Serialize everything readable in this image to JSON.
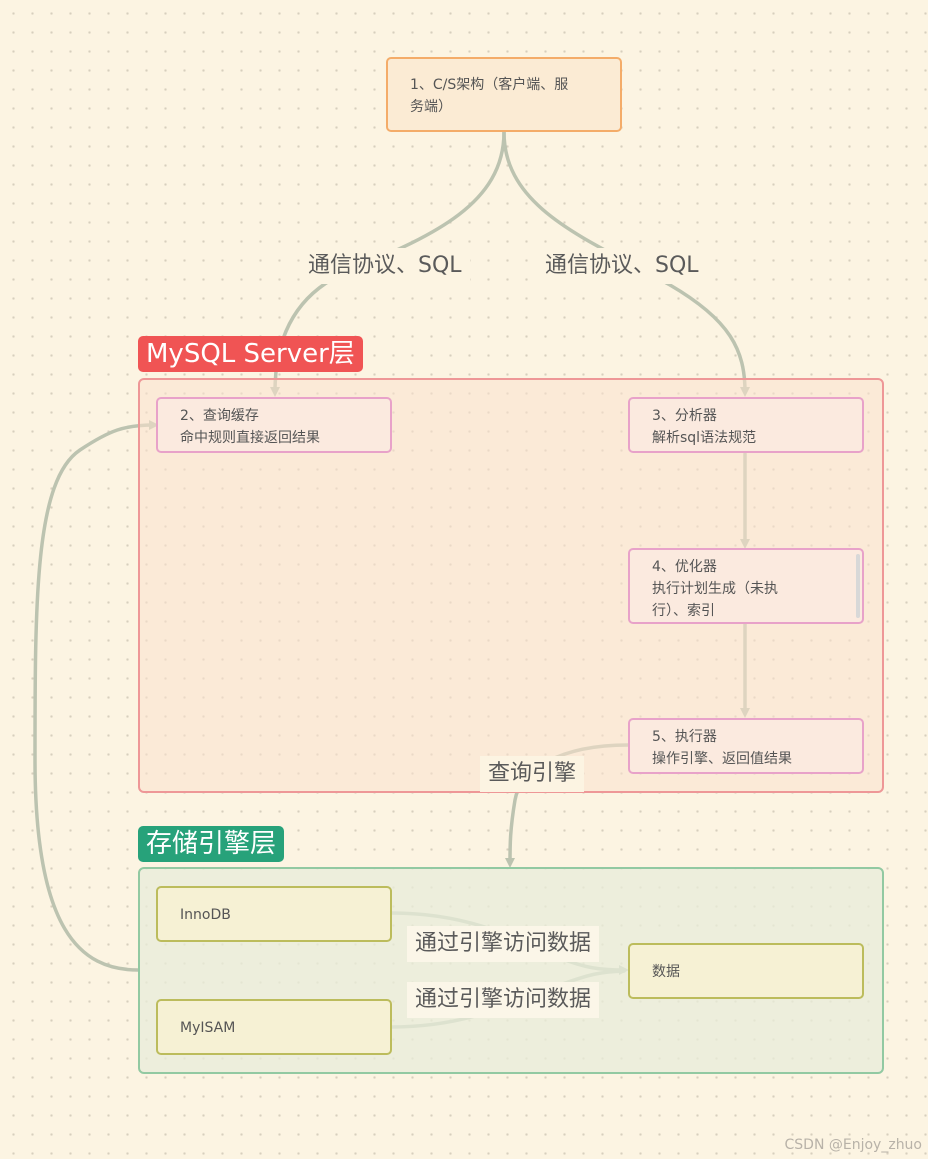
{
  "groups": {
    "server_layer": {
      "label": "MySQL Server层",
      "color": "#f05454"
    },
    "engine_layer": {
      "label": "存储引擎层",
      "color": "#27a27a"
    }
  },
  "nodes": {
    "cs_architecture": {
      "line1": "1、C/S架构（客户端、服",
      "line2": "务端）"
    },
    "query_cache": {
      "line1": "2、查询缓存",
      "line2": "命中规则直接返回结果"
    },
    "analyzer": {
      "line1": "3、分析器",
      "line2": "解析sql语法规范"
    },
    "optimizer": {
      "line1": "4、优化器",
      "line2": "执行计划生成（未执",
      "line3": "行）、索引"
    },
    "executor": {
      "line1": "5、执行器",
      "line2": "操作引擎、返回值结果"
    },
    "innodb": {
      "label": "InnoDB"
    },
    "myisam": {
      "label": "MyISAM"
    },
    "data": {
      "label": "数据"
    }
  },
  "edge_labels": {
    "protocol_left": "通信协议、SQL",
    "protocol_right": "通信协议、SQL",
    "query_engine": "查询引擎",
    "innodb_access": "通过引擎访问数据",
    "myisam_access": "通过引擎访问数据"
  },
  "colors": {
    "background": "#fcf4e2",
    "connector": "#bcc3b0",
    "node_orange_border": "#f4ac69",
    "node_pink_border": "#e8a2c9",
    "node_olive_border": "#bcbc5c"
  },
  "watermark": "CSDN @Enjoy_zhuo"
}
